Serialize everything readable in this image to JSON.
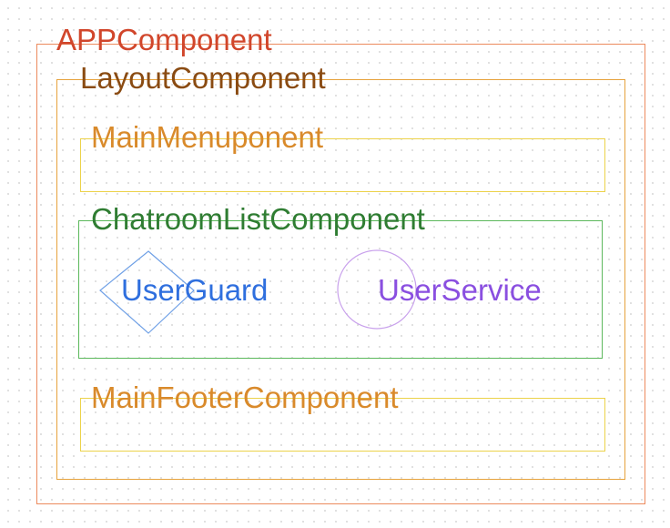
{
  "diagram": {
    "app_component": {
      "label": "APPComponent",
      "color": "#d1462b",
      "border_color": "#ec8a5d"
    },
    "layout_component": {
      "label": "LayoutComponent",
      "color": "#8a4b12",
      "border_color": "#e6a23c"
    },
    "main_menu_component": {
      "label": "MainMenuponent",
      "color": "#d98a2b",
      "border_color": "#ecd24a"
    },
    "chatroom_list_component": {
      "label": "ChatroomListComponent",
      "color": "#2f7d32",
      "border_color": "#5cb85c"
    },
    "user_guard": {
      "label": "UserGuard",
      "color": "#2f6fde",
      "shape_color": "#6fa0e6",
      "shape": "diamond"
    },
    "user_service": {
      "label": "UserService",
      "color": "#8a4fe0",
      "shape_color": "#c8a0ec",
      "shape": "circle"
    },
    "main_footer_component": {
      "label": "MainFooterComponent",
      "color": "#d98a2b",
      "border_color": "#ecd24a"
    }
  }
}
